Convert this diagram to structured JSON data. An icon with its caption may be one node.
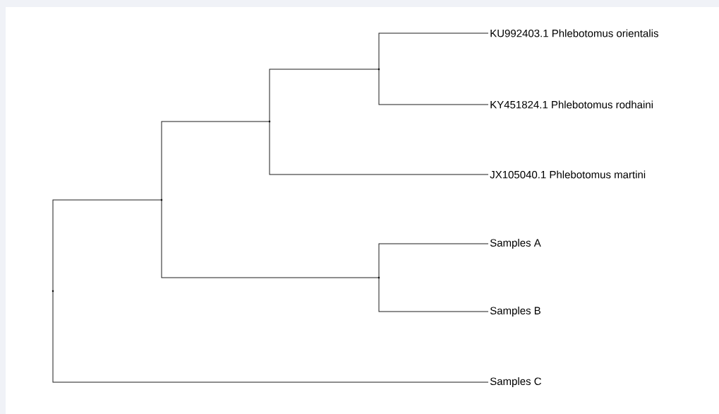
{
  "diagram": {
    "nodes": [
      {
        "text": [
          "KU992403.1 Phlebotomus orientalis"
        ]
      },
      {
        "text": [
          "KY451824.1 Phlebotomus rodhaini"
        ]
      },
      {
        "text": [
          "JX105040.1 Phlebotomus martini"
        ]
      },
      {
        "text": [
          "Samples A"
        ]
      },
      {
        "text": [
          "Samples B"
        ]
      },
      {
        "text": [
          "Samples C"
        ]
      },
      {
        "text": [],
        "shape": "circle"
      },
      {
        "text": [],
        "shape": "circle"
      },
      {
        "text": [],
        "shape": "circle"
      },
      {
        "text": [],
        "shape": "circle"
      },
      {
        "text": [],
        "shape": "circle"
      }
    ],
    "edges": [
      {
        "from": 6,
        "to": 7,
        "arrow": "none"
      },
      {
        "from": 6,
        "to": 5,
        "arrow": "none"
      },
      {
        "from": 7,
        "to": 8,
        "arrow": "none"
      },
      {
        "from": 7,
        "to": 10,
        "arrow": "none"
      },
      {
        "from": 8,
        "to": 9,
        "arrow": "none"
      },
      {
        "from": 8,
        "to": 2,
        "arrow": "none"
      },
      {
        "from": 9,
        "to": 0,
        "arrow": "none"
      },
      {
        "from": 9,
        "to": 1,
        "arrow": "none"
      },
      {
        "from": 10,
        "to": 3,
        "arrow": "none"
      },
      {
        "from": 10,
        "to": 4,
        "arrow": "none"
      }
    ]
  }
}
